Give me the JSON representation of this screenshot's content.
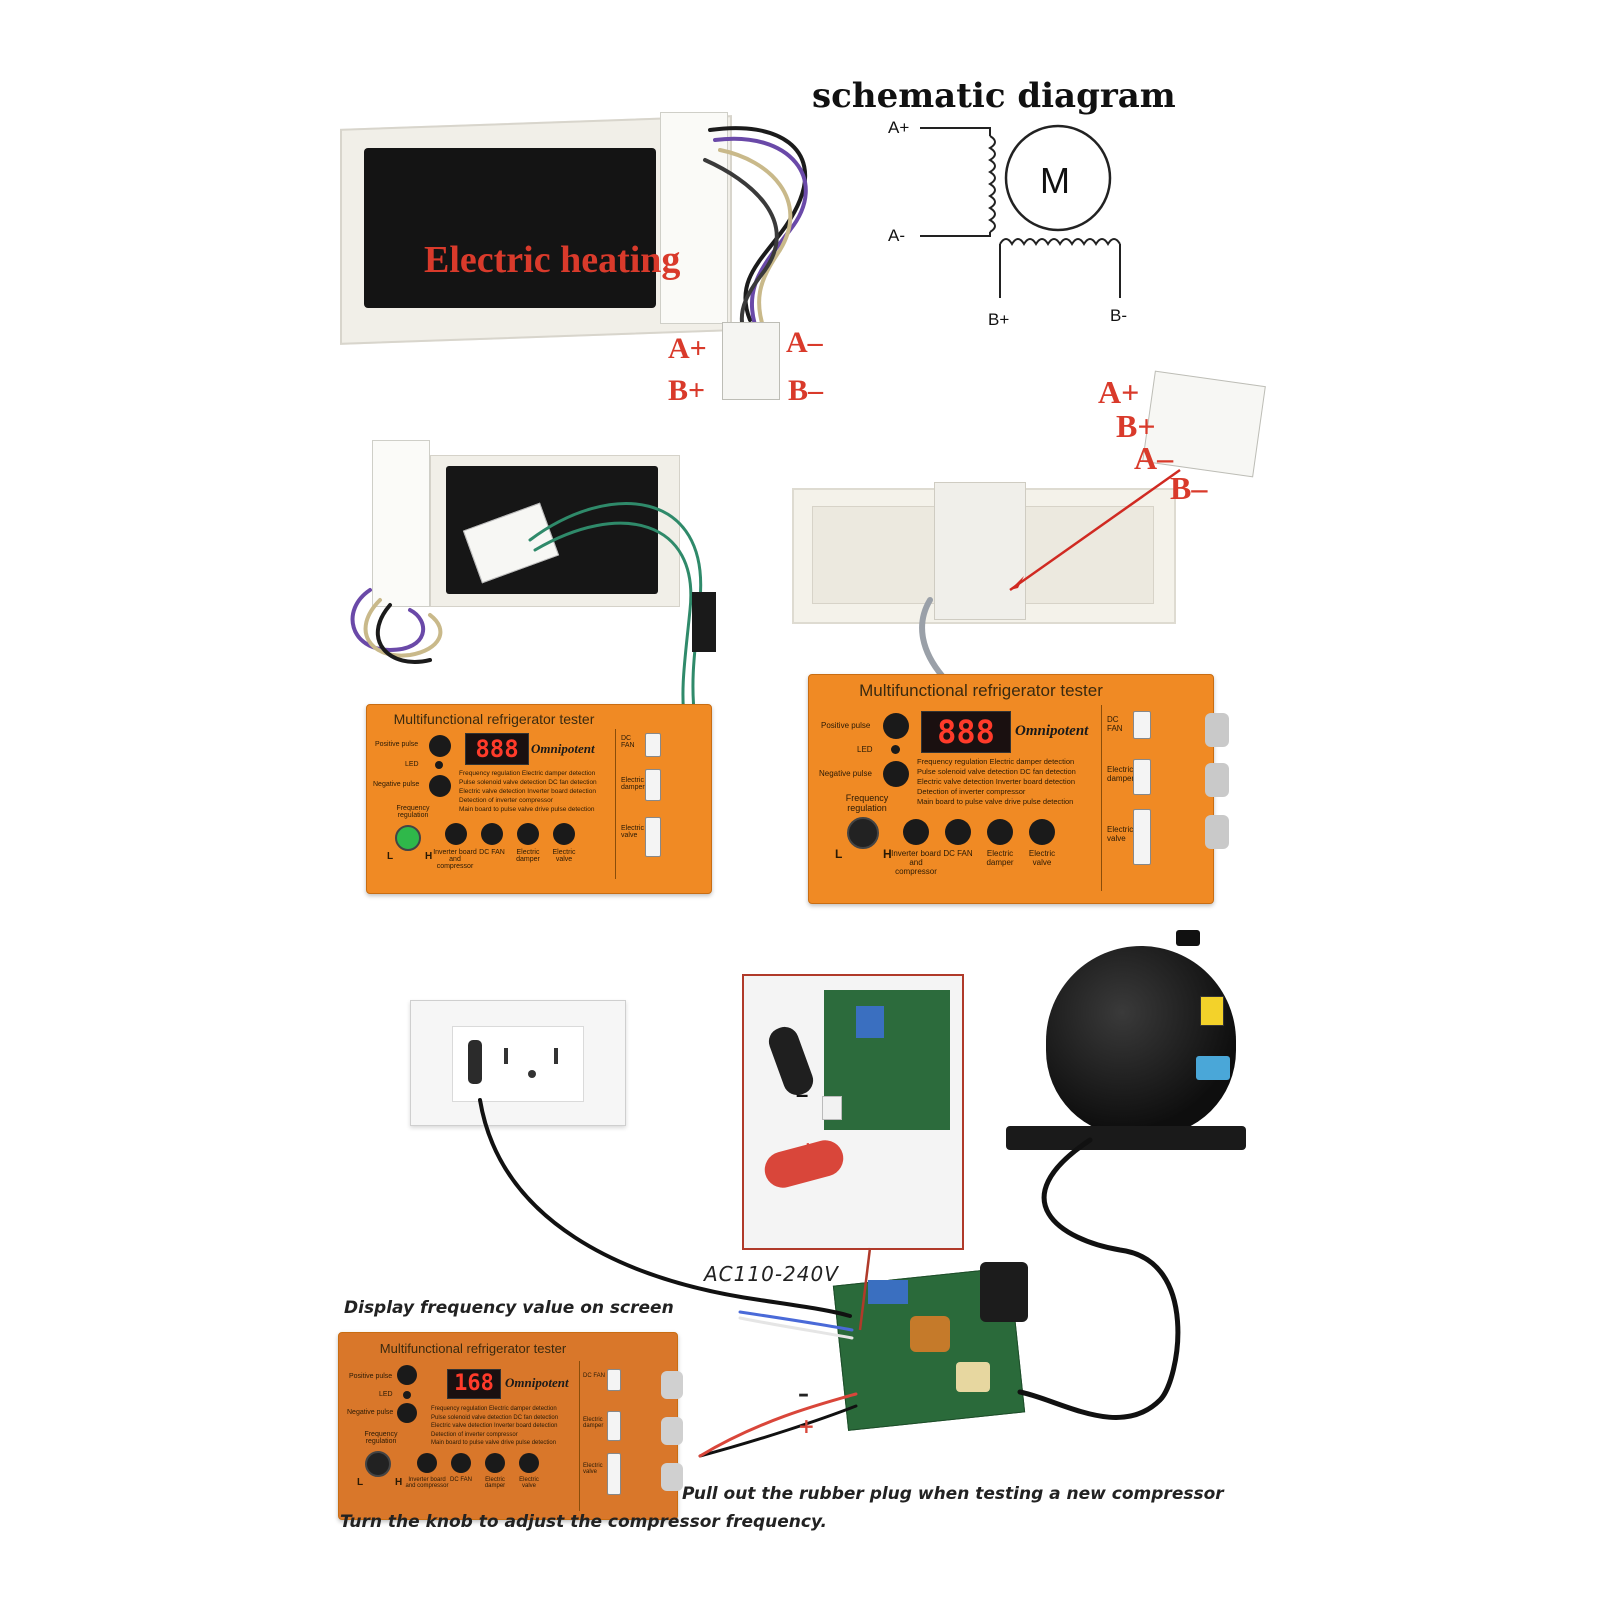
{
  "schematic": {
    "title": "schematic diagram",
    "motor_label": "M",
    "pins": {
      "a_plus": "A+",
      "a_minus": "A-",
      "b_plus": "B+",
      "b_minus": "B-"
    }
  },
  "heater": {
    "label": "Electric heating",
    "pins": {
      "a_plus": "A+",
      "a_minus": "A–",
      "b_plus": "B+",
      "b_minus": "B–"
    }
  },
  "connector_right": {
    "pins": {
      "a_plus": "A+",
      "b_plus": "B+",
      "a_minus": "A–",
      "b_minus": "B–"
    }
  },
  "tester": {
    "title": "Multifunctional refrigerator tester",
    "brand": "Omnipotent",
    "display_idle": "888",
    "display_active": "168",
    "positive_pulse": "Positive pulse",
    "led": "LED",
    "negative_pulse": "Negative pulse",
    "frequency_regulation": "Frequency regulation",
    "knob_low": "L",
    "knob_high": "H",
    "description": [
      "Frequency regulation Electric damper detection",
      "Pulse solenoid valve detection DC fan detection",
      "Electric valve detection Inverter board detection",
      "Detection of inverter compressor",
      "Main board to pulse valve drive pulse detection"
    ],
    "buttons": [
      "Inverter board and compressor",
      "DC FAN",
      "Electric damper",
      "Electric valve"
    ],
    "ports": [
      "DC FAN",
      "Electric damper",
      "Electric valve"
    ]
  },
  "bottom": {
    "voltage": "AC110-240V",
    "caption_display": "Display frequency value on screen",
    "caption_plug": "Pull out the rubber plug when testing a new compressor",
    "caption_knob": "Turn the knob to adjust the compressor frequency.",
    "polarity_minus": "–",
    "polarity_plus": "+"
  }
}
